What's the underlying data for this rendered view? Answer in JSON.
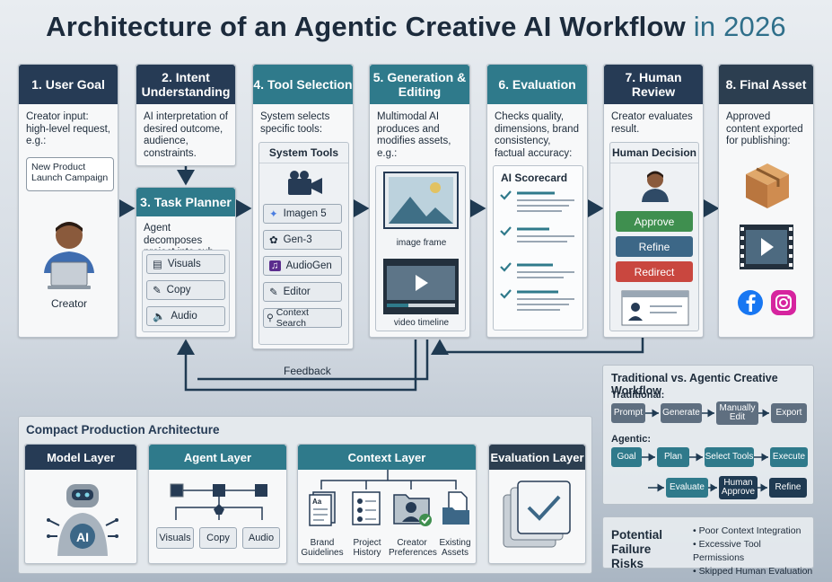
{
  "title": {
    "main": "Architecture of an Agentic Creative AI Workflow",
    "year": "in 2026"
  },
  "steps": {
    "s1": {
      "title": "1. User Goal",
      "desc": "Creator input: high-level request, e.g.:",
      "bubble": "New Product Launch Campaign",
      "caption": "Creator"
    },
    "s2": {
      "title": "2. Intent Understanding",
      "desc": "AI interpretation of desired outcome, audience, constraints."
    },
    "s3": {
      "title": "3. Task Planner",
      "desc": "Agent decomposes project into sub-tasks:",
      "items": [
        "Visuals",
        "Copy",
        "Audio"
      ]
    },
    "s4": {
      "title": "4. Tool Selection",
      "desc": "System selects specific tools:",
      "box_title": "System Tools",
      "tools": [
        "Imagen 5",
        "Gen-3",
        "AudioGen",
        "Editor",
        "Context Search"
      ]
    },
    "s5": {
      "title": "5. Generation & Editing",
      "desc": "Multimodal AI produces and modifies assets, e.g.:",
      "image_caption": "image frame",
      "video_caption": "video timeline"
    },
    "s6": {
      "title": "6. Evaluation",
      "desc": "Checks quality, dimensions, brand consistency, factual accuracy:",
      "box_title": "AI Scorecard"
    },
    "s7": {
      "title": "7. Human Review",
      "desc": "Creator evaluates result.",
      "box_title": "Human Decision",
      "approve": "Approve",
      "refine": "Refine",
      "redirect": "Redirect"
    },
    "s8": {
      "title": "8. Final Asset",
      "desc": "Approved content exported for publishing:"
    }
  },
  "feedback": "Feedback",
  "compact": {
    "title": "Compact Production Architecture",
    "model": {
      "title": "Model Layer",
      "ai": "AI"
    },
    "agent": {
      "title": "Agent Layer",
      "items": [
        "Visuals",
        "Copy",
        "Audio"
      ]
    },
    "context": {
      "title": "Context Layer",
      "items": [
        "Brand Guidelines",
        "Project History",
        "Creator Preferences",
        "Existing Assets"
      ],
      "doc_label": "Aa"
    },
    "evaluation": {
      "title": "Evaluation Layer"
    }
  },
  "compare": {
    "title": "Traditional vs. Agentic Creative Workflow",
    "traditional_label": "Traditional:",
    "traditional": [
      "Prompt",
      "Generate",
      "Manually Edit",
      "Export"
    ],
    "agentic_label": "Agentic:",
    "agentic_row1": [
      "Goal",
      "Plan",
      "Select Tools",
      "Execute"
    ],
    "agentic_row2": [
      "Evaluate",
      "Human Approve",
      "Refine"
    ]
  },
  "risks": {
    "title": "Potential Failure Risks",
    "items": [
      "• Poor Context Integration",
      "• Excessive Tool Permissions",
      "• Skipped Human Evaluation"
    ]
  },
  "colors": {
    "navy": "#263b55",
    "teal": "#2f7a8b",
    "approve": "#3f8f4f",
    "refine": "#3c6787",
    "redirect": "#c9473f"
  }
}
